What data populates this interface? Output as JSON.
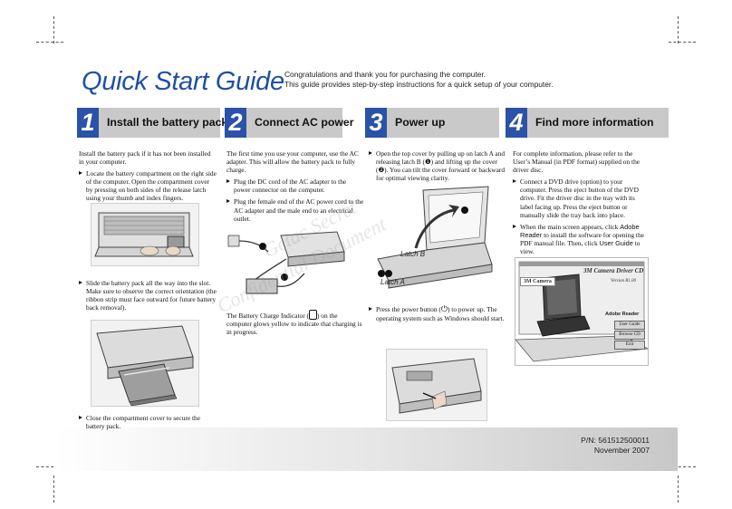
{
  "title": "Quick Start Guide",
  "intro": {
    "line1": "Congratulations and thank you for purchasing the computer.",
    "line2": "This guide provides step-by-step instructions for a quick setup of your computer."
  },
  "steps": [
    {
      "number": "1",
      "title": "Install the battery pack"
    },
    {
      "number": "2",
      "title": "Connect AC power"
    },
    {
      "number": "3",
      "title": "Power up"
    },
    {
      "number": "4",
      "title": "Find more information"
    }
  ],
  "col1": {
    "p1": "Install the battery pack if it has not been installed in your computer.",
    "b1": "Locate the battery compartment on the right side of the computer. Open the compartment cover by pressing on both sides of the release latch using your thumb and index fingers.",
    "b2": "Slide the battery pack all the way into the slot. Make sure to observe the correct orientation (the ribbon strip must face outward for future battery back removal).",
    "b3": "Close the compartment cover to secure the battery pack."
  },
  "col2": {
    "p1": "The first time you use your computer, use the AC adapter. This will allow the battery pack to fully charge.",
    "b1": "Plug the DC cord of the AC adapter to the power connector on the computer.",
    "b2": "Plug the female end of the AC power cord to the AC adapter and the male end to an electrical outlet.",
    "p2a": "The Battery Charge Indicator (",
    "p2b": ") on the computer glows yellow to indicate that charging is in progress."
  },
  "col3": {
    "b1": "Open the top cover by pulling up on latch A and releasing latch B (❶) and lifting up the cover (❷). You can tilt the cover forward or backward for optimal viewing clarity.",
    "b2a": "Press the power button (",
    "b2b": ") to power up. The operating system such as Windows should start.",
    "latch_a": "Latch A",
    "latch_b": "Latch B"
  },
  "col4": {
    "p1": "For complete information, please refer to the User’s Manual (in PDF format) supplied on the driver disc.",
    "b1": "Connect a DVD drive (option) to your computer. Press the eject button of the DVD drive. Fit the driver disc in the tray with its label facing up. Press the eject button or manually slide the tray back into place.",
    "b2a": "When the main screen appears, click ",
    "b2_link1": "Adobe Reader",
    "b2b": " to install the software for opening the PDF manual file. Then, click ",
    "b2_link2": "User Guide",
    "b2c": " to view.",
    "cd_title": "3M Camera Driver CD",
    "cd_version": "Version R1.00",
    "cd_camera": "3M Camera",
    "cd_adobe": "Adobe Reader",
    "cd_btn1": "User Guide",
    "cd_btn2": "Browse CD",
    "cd_btn3": "Exit"
  },
  "footer": {
    "pn": "P/N: 561512500011",
    "date": "November 2007"
  },
  "watermark": {
    "w1": "Getac Secret",
    "w2": "Confidential Document"
  },
  "colors": {
    "accent": "#2a52a8",
    "title": "#1f4fa6",
    "header_bar": "#c9c9c9"
  }
}
